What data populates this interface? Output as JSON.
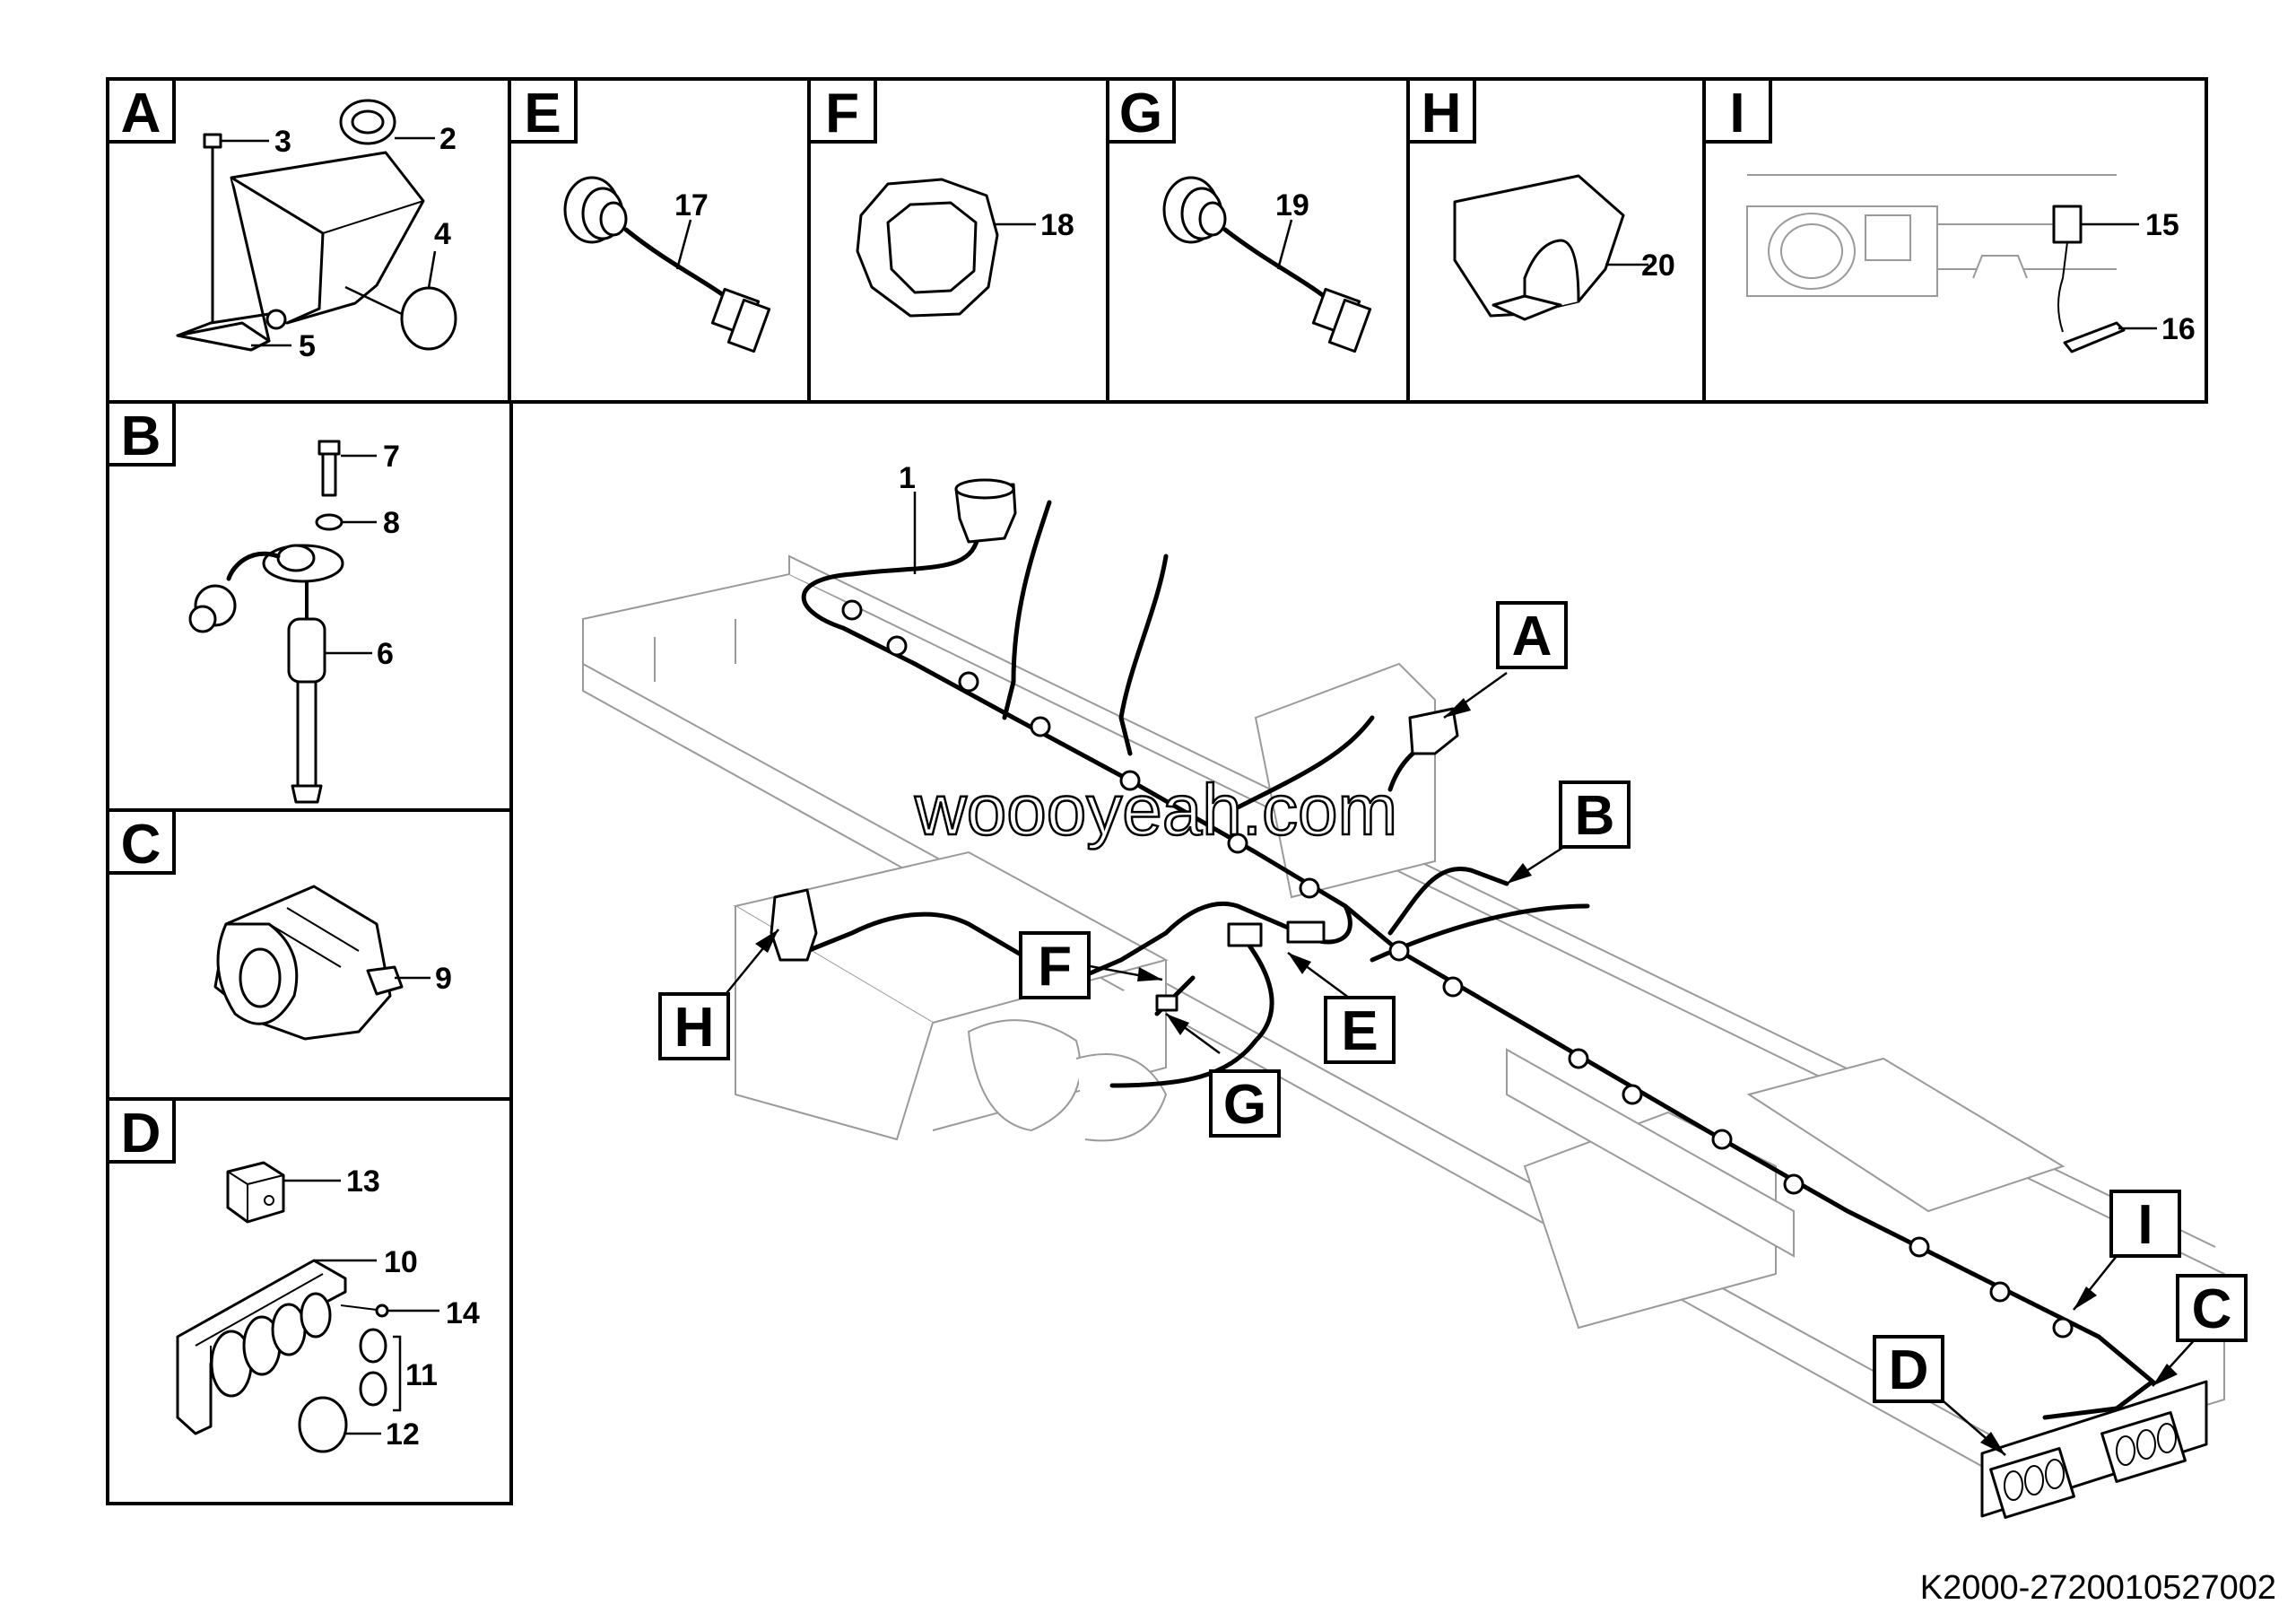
{
  "panels": [
    {
      "id": "A",
      "callouts": [
        "3",
        "2",
        "4",
        "5"
      ]
    },
    {
      "id": "E",
      "callouts": [
        "17"
      ]
    },
    {
      "id": "F",
      "callouts": [
        "18"
      ]
    },
    {
      "id": "G",
      "callouts": [
        "19"
      ]
    },
    {
      "id": "H",
      "callouts": [
        "20"
      ]
    },
    {
      "id": "I",
      "callouts": [
        "15",
        "16"
      ]
    },
    {
      "id": "B",
      "callouts": [
        "7",
        "8",
        "6"
      ]
    },
    {
      "id": "C",
      "callouts": [
        "9"
      ]
    },
    {
      "id": "D",
      "callouts": [
        "13",
        "10",
        "14",
        "11",
        "12"
      ]
    }
  ],
  "main_view": {
    "part_number": "1",
    "view_refs": [
      "A",
      "B",
      "C",
      "D",
      "E",
      "F",
      "G",
      "H",
      "I"
    ]
  },
  "watermark": "woooyeah.com",
  "drawing_code": "K2000-2720010527002"
}
